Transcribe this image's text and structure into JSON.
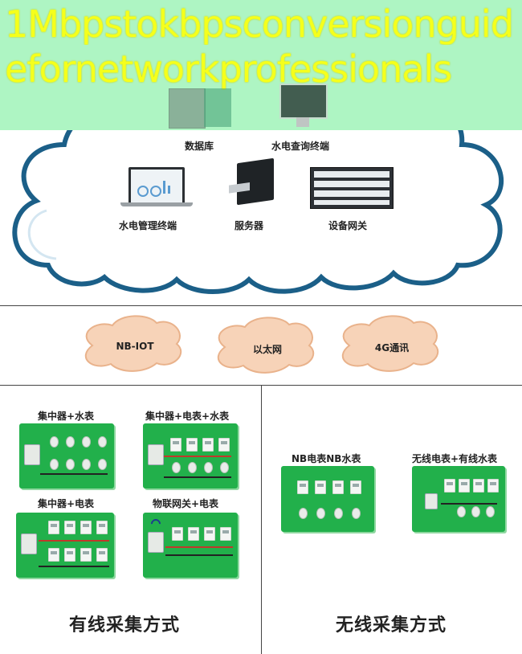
{
  "banner_title": {
    "line1": "1Mbpstokbpsconversionguid",
    "line2": "efornetworkprofessionals"
  },
  "colors": {
    "banner": "#aef5c3",
    "title": "#f5ff1c",
    "cloud_fill": "#ffffff",
    "cloud_outline": "#1b5f88",
    "panel_green": "#22b04b",
    "bubble_fill": "#f7d3b8"
  },
  "cloud": {
    "labels": {
      "database": "数据库",
      "query_terminal": "水电查询终端",
      "mgmt_terminal": "水电管理终端",
      "server": "服务器",
      "gateway": "设备网关"
    },
    "icons": [
      "server-rack-icon",
      "monitor-icon",
      "laptop-icon",
      "server-icon",
      "gateway-rack-icon"
    ]
  },
  "network": {
    "options": [
      "NB-IOT",
      "以太网",
      "4G通讯"
    ]
  },
  "wired": {
    "panels": [
      {
        "title": "集中器+水表"
      },
      {
        "title": "集中器+电表+水表"
      },
      {
        "title": "集中器+电表"
      },
      {
        "title": "物联网关+电表"
      }
    ],
    "footer": "有线采集方式"
  },
  "wireless": {
    "panels": [
      {
        "title": "NB电表NB水表"
      },
      {
        "title": "无线电表+有线水表"
      }
    ],
    "footer": "无线采集方式"
  }
}
